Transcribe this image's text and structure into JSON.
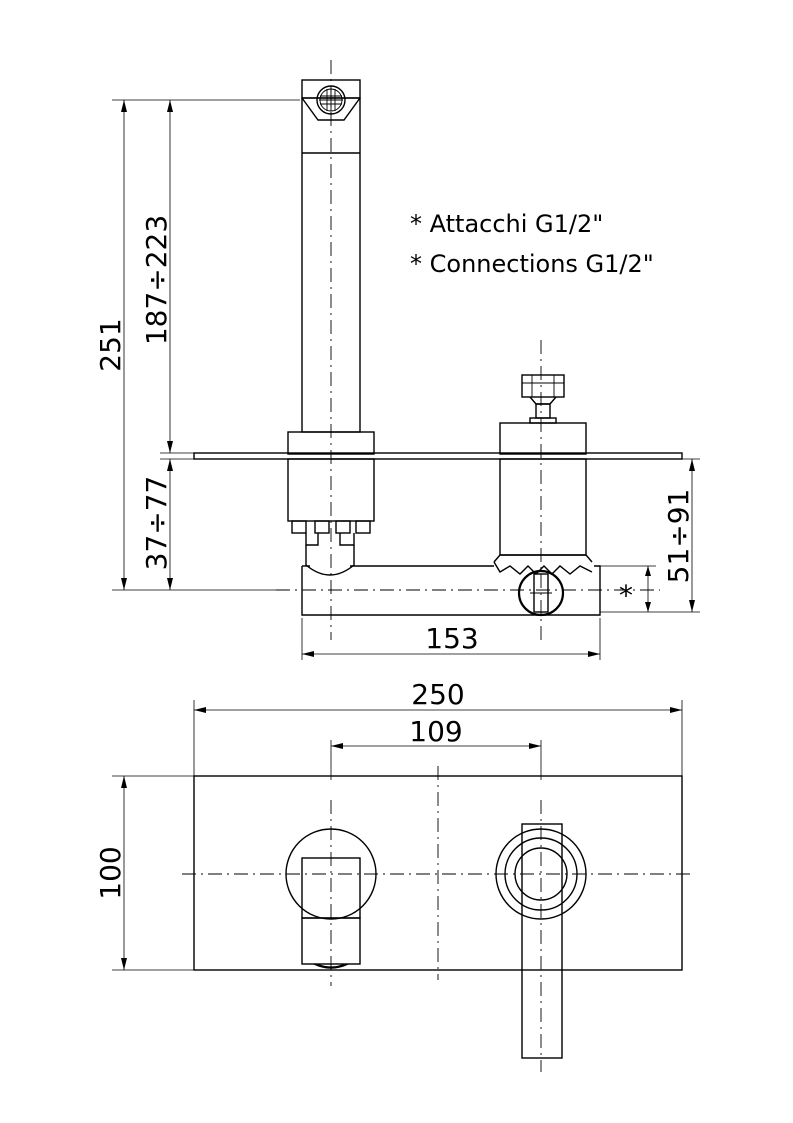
{
  "notes": {
    "line1": "* Attacchi G1/2\"",
    "line2": "* Connections G1/2\""
  },
  "dimensions": {
    "total_height": "251",
    "spout_height": "187÷223",
    "wall_depth_left": "37÷77",
    "wall_depth_right": "51÷91",
    "connection_marker": "*",
    "body_width": "153",
    "plate_width": "250",
    "center_distance": "109",
    "plate_height": "100"
  }
}
